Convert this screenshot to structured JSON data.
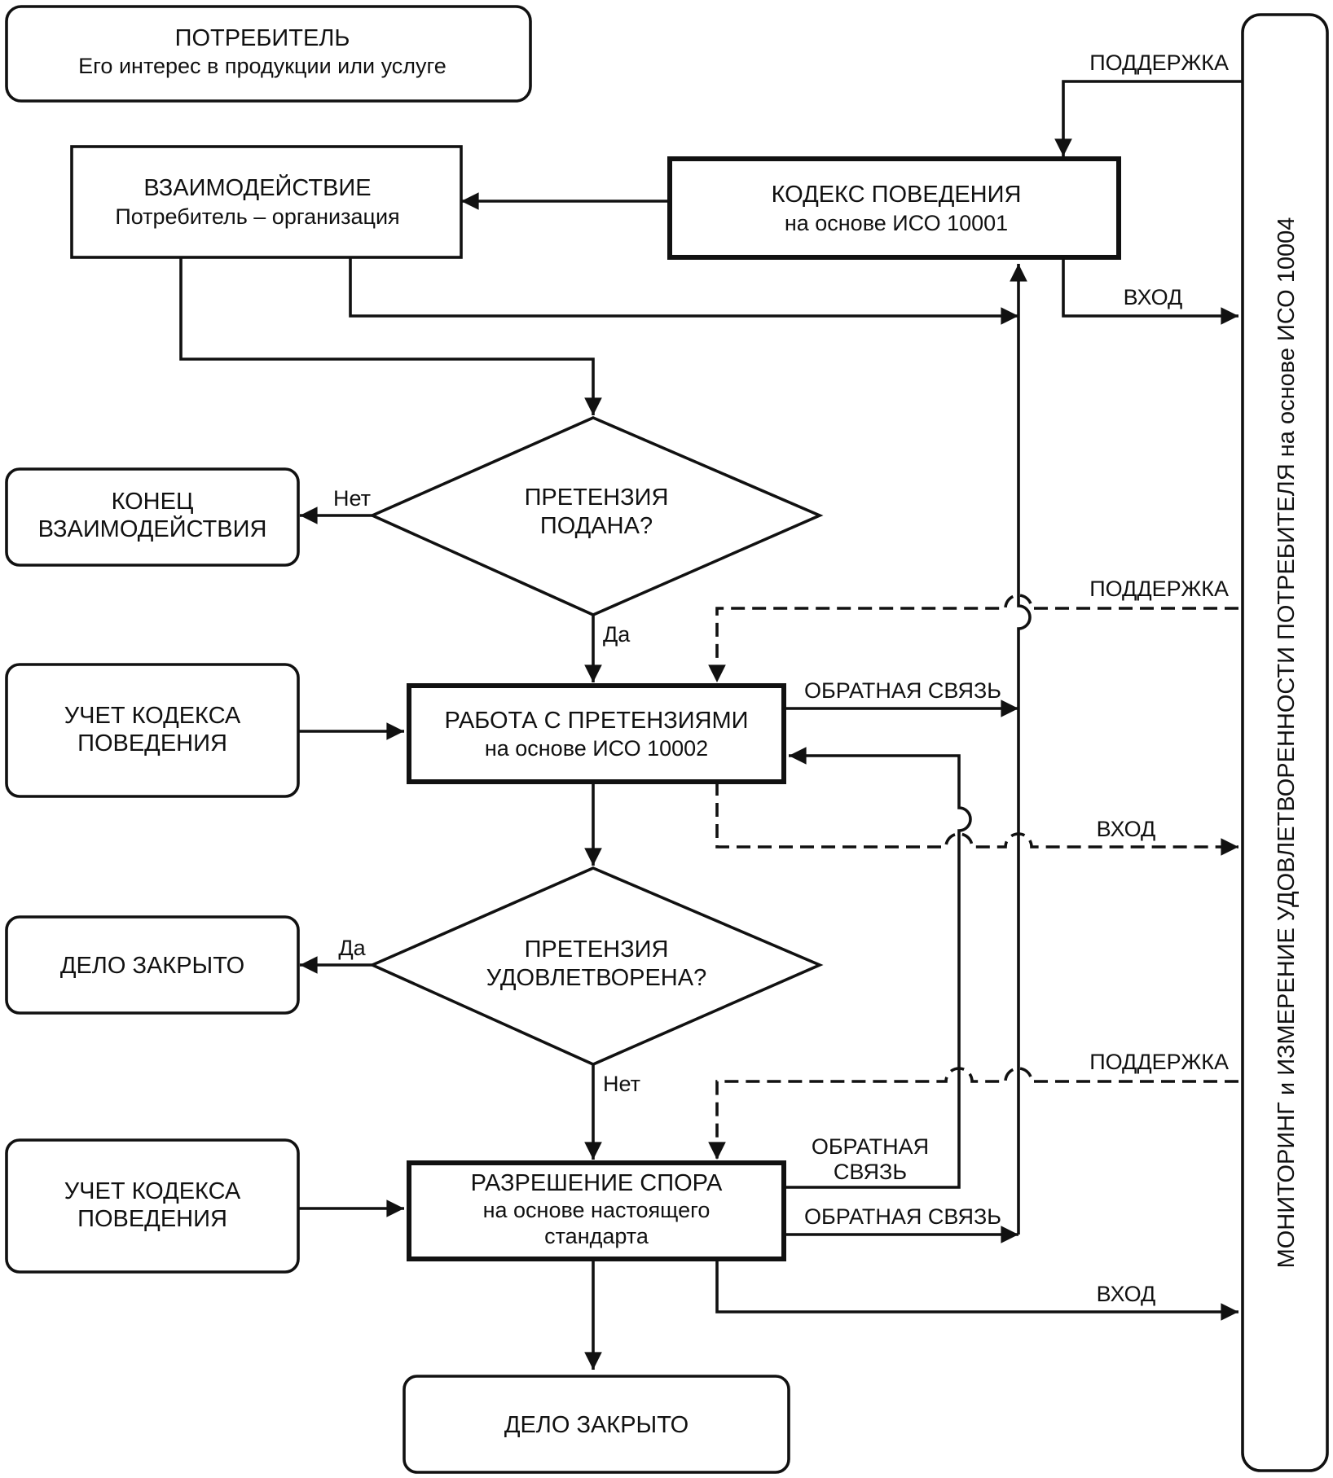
{
  "consumer": {
    "title": "ПОТРЕБИТЕЛЬ",
    "subtitle": "Его интерес в продукции или услуге"
  },
  "interaction": {
    "title": "ВЗАИМОДЕЙСТВИЕ",
    "subtitle": "Потребитель – организация"
  },
  "code_of_conduct": {
    "title": "КОДЕКС ПОВЕДЕНИЯ",
    "subtitle": "на основе ИСО 10001"
  },
  "decision_filed": {
    "line1": "ПРЕТЕНЗИЯ",
    "line2": "ПОДАНА?",
    "no": "Нет",
    "yes": "Да"
  },
  "end_interaction": {
    "line1": "КОНЕЦ",
    "line2": "ВЗАИМОДЕЙСТВИЯ"
  },
  "code_account_1": {
    "line1": "УЧЕТ КОДЕКСА",
    "line2": "ПОВЕДЕНИЯ"
  },
  "complaints_handling": {
    "title": "РАБОТА С ПРЕТЕНЗИЯМИ",
    "subtitle": "на основе ИСО 10002"
  },
  "decision_satisfied": {
    "line1": "ПРЕТЕНЗИЯ",
    "line2": "УДОВЛЕТВОРЕНА?",
    "yes": "Да",
    "no": "Нет"
  },
  "case_closed_1": "ДЕЛО ЗАКРЫТО",
  "code_account_2": {
    "line1": "УЧЕТ КОДЕКСА",
    "line2": "ПОВЕДЕНИЯ"
  },
  "dispute_resolution": {
    "line1": "РАЗРЕШЕНИЕ СПОРА",
    "line2": "на основе настоящего",
    "line3": "стандарта"
  },
  "case_closed_2": "ДЕЛО ЗАКРЫТО",
  "monitoring": "МОНИТОРИНГ и ИЗМЕРЕНИЕ УДОВЛЕТВОРЕННОСТИ ПОТРЕБИТЕЛЯ на основе ИСО 10004",
  "flow_labels": {
    "support_1": "ПОДДЕРЖКА",
    "input_1": "ВХОД",
    "support_2": "ПОДДЕРЖКА",
    "feedback_1": "ОБРАТНАЯ СВЯЗЬ",
    "input_2": "ВХОД",
    "support_3": "ПОДДЕРЖКА",
    "feedback_2_line1": "ОБРАТНАЯ",
    "feedback_2_line2": "СВЯЗЬ",
    "feedback_3": "ОБРАТНАЯ СВЯЗЬ",
    "input_3": "ВХОД"
  }
}
